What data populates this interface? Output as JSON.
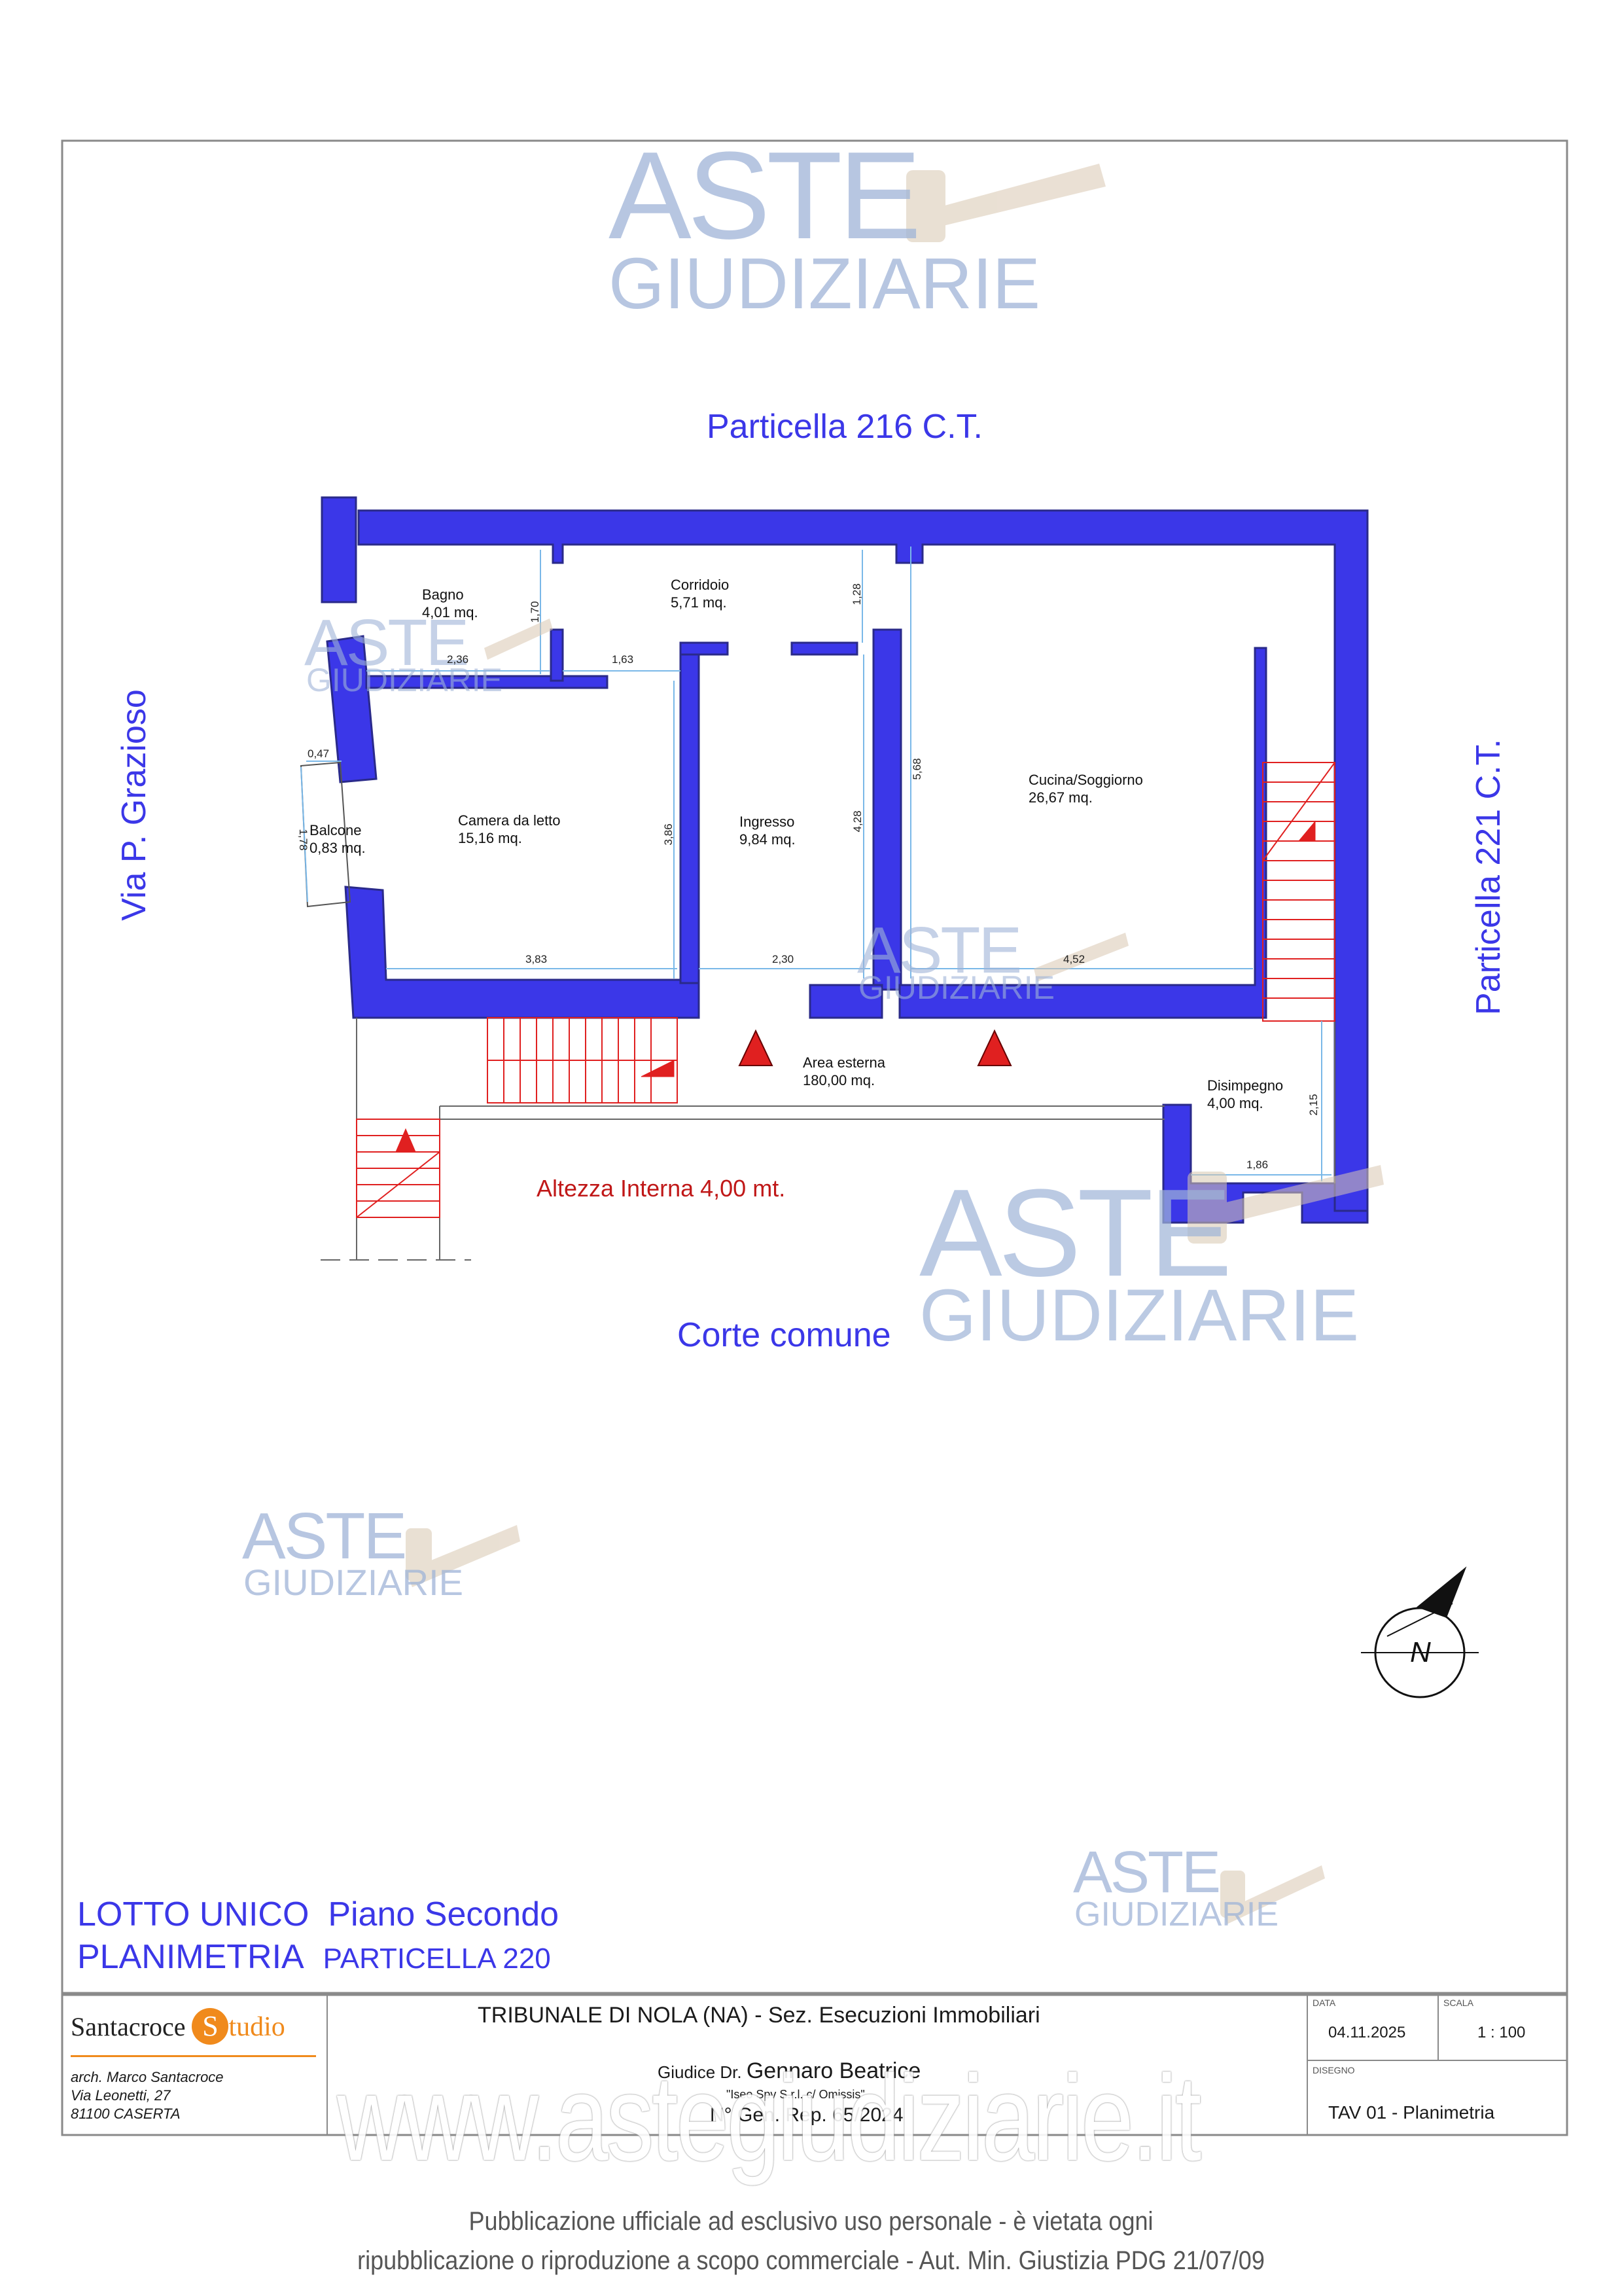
{
  "labels": {
    "north_parcel": "Particella 216 C.T.",
    "east_parcel": "Particella 221 C.T.",
    "west_street": "Via P. Grazioso",
    "south_court": "Corte comune",
    "height_note": "Altezza Interna 4,00 mt."
  },
  "rooms": [
    {
      "name": "Bagno",
      "area": "4,01 mq."
    },
    {
      "name": "Corridoio",
      "area": "5,71 mq."
    },
    {
      "name": "Cucina/Soggiorno",
      "area": "26,67 mq."
    },
    {
      "name": "Balcone",
      "area": "0,83 mq."
    },
    {
      "name": "Camera da letto",
      "area": "15,16 mq."
    },
    {
      "name": "Ingresso",
      "area": "9,84 mq."
    },
    {
      "name": "Area esterna",
      "area": "180,00 mq."
    },
    {
      "name": "Disimpegno",
      "area": "4,00 mq."
    }
  ],
  "dimensions": {
    "bagno_h": "1,70",
    "corr_h": "1,28",
    "bagno_w": "2,36",
    "corr_w": "1,63",
    "balc_w": "0,47",
    "balc_h": "1,78",
    "camera_h": "3,86",
    "ingresso_h": "4,28",
    "cucina_h": "5,68",
    "camera_w": "3,83",
    "ingresso_w": "2,30",
    "cucina_w": "4,52",
    "dis_h": "2,15",
    "dis_w": "1,86"
  },
  "north_symbol": "N",
  "title": {
    "line1_a": "LOTTO UNICO",
    "line1_b": "Piano Secondo",
    "line2_a": "PLANIMETRIA",
    "line2_b": "PARTICELLA 220"
  },
  "watermark": {
    "aste": "ASTE",
    "giudiziarie": "GIUDIZIARIE",
    "url": "www.astegiudiziarie.it"
  },
  "titleblock": {
    "brand_a": "Santacroce",
    "brand_s": "S",
    "brand_b": "tudio",
    "author": "arch. Marco Santacroce",
    "street": "Via Leonetti, 27",
    "city": "81100 CASERTA",
    "court": "TRIBUNALE DI NOLA (NA) - Sez. Esecuzioni Immobiliari",
    "judge_prefix": "Giudice Dr.",
    "judge": "Gennaro Beatrice",
    "parties": "\"Iseo Spv S.r.l. c/ Omissis\"",
    "rep": "N° Gen. Rep. 65/2024",
    "date_label": "DATA",
    "date": "04.11.2025",
    "scale_label": "SCALA",
    "scale": "1 : 100",
    "drawing_label": "DISEGNO",
    "drawing": "TAV 01 - Planimetria"
  },
  "footer": {
    "line1": "Pubblicazione ufficiale ad esclusivo uso personale - è vietata ogni",
    "line2": "ripubblicazione o riproduzione a scopo commerciale - Aut. Min. Giustizia PDG 21/07/09"
  },
  "colors": {
    "wall": "#3b37e8",
    "wall_stroke": "#2a2a8a",
    "dim": "#7ab8e8",
    "stair": "#e02020",
    "label_blue": "#3b37e8"
  }
}
